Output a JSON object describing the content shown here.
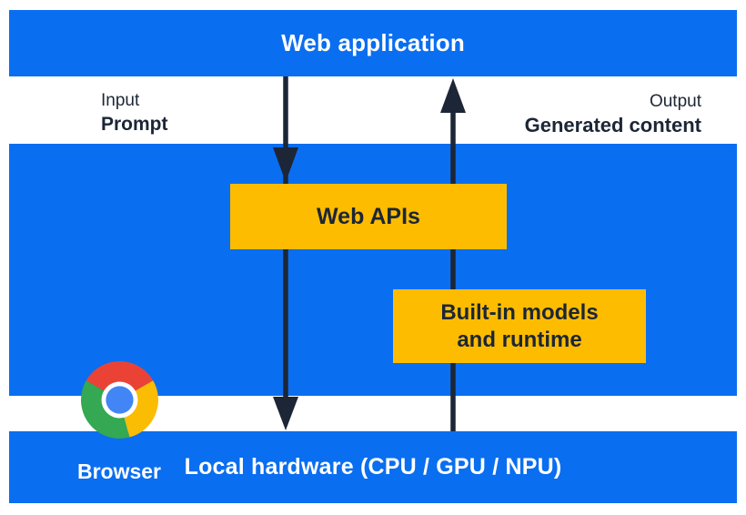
{
  "colors": {
    "blue": "#0a6ef0",
    "yellow": "#febc00",
    "navy": "#1c2636",
    "chrome-red": "#ea4335",
    "chrome-yellow": "#fbbc04",
    "chrome-green": "#34a853",
    "chrome-blue": "#4285f4"
  },
  "diagram": {
    "web_application": {
      "label": "Web application"
    },
    "input_flow": {
      "caption": "Input",
      "label": "Prompt",
      "direction": "down"
    },
    "output_flow": {
      "caption": "Output",
      "label": "Generated content",
      "direction": "up"
    },
    "browser": {
      "label": "Browser",
      "logo": "chrome-logo"
    },
    "web_apis": {
      "label": "Web APIs"
    },
    "builtin_models": {
      "lines": [
        "Built-in models",
        "and runtime"
      ]
    },
    "local_hardware": {
      "label": "Local hardware (CPU / GPU / NPU)"
    }
  }
}
